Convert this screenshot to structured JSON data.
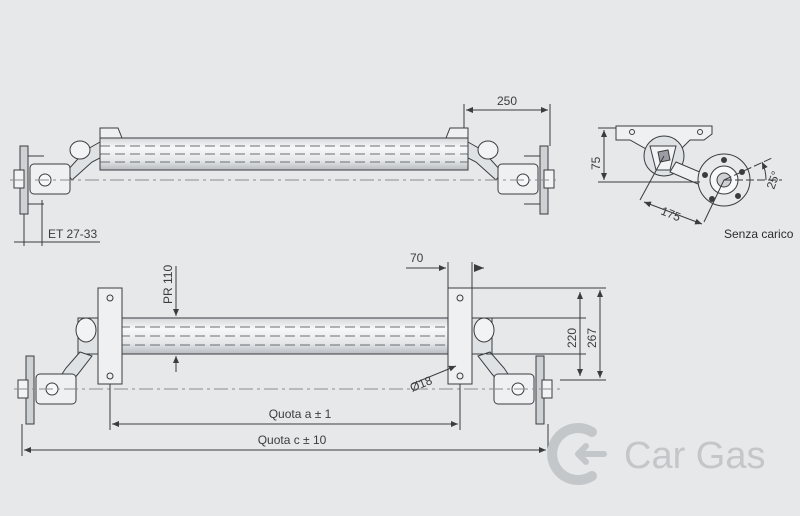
{
  "dimensions": {
    "top_width": "250",
    "et_offset": "ET 27-33",
    "bracket_width": "70",
    "pr": "PR 110",
    "height_220": "220",
    "height_267": "267",
    "diameter": "Ø18",
    "quota_a": "Quota a ± 1",
    "quota_c": "Quota c ± 10",
    "side_height": "75",
    "arm_length": "175",
    "angle": "25°"
  },
  "labels": {
    "no_load": "Senza carico"
  },
  "brand": {
    "name": "Car Gas",
    "color": "#c4c7ca"
  },
  "colors": {
    "line": "#3a3c40",
    "background": "#e6e8ea",
    "fill_light": "#f4f5f6",
    "fill_mid": "#cfd2d5"
  }
}
